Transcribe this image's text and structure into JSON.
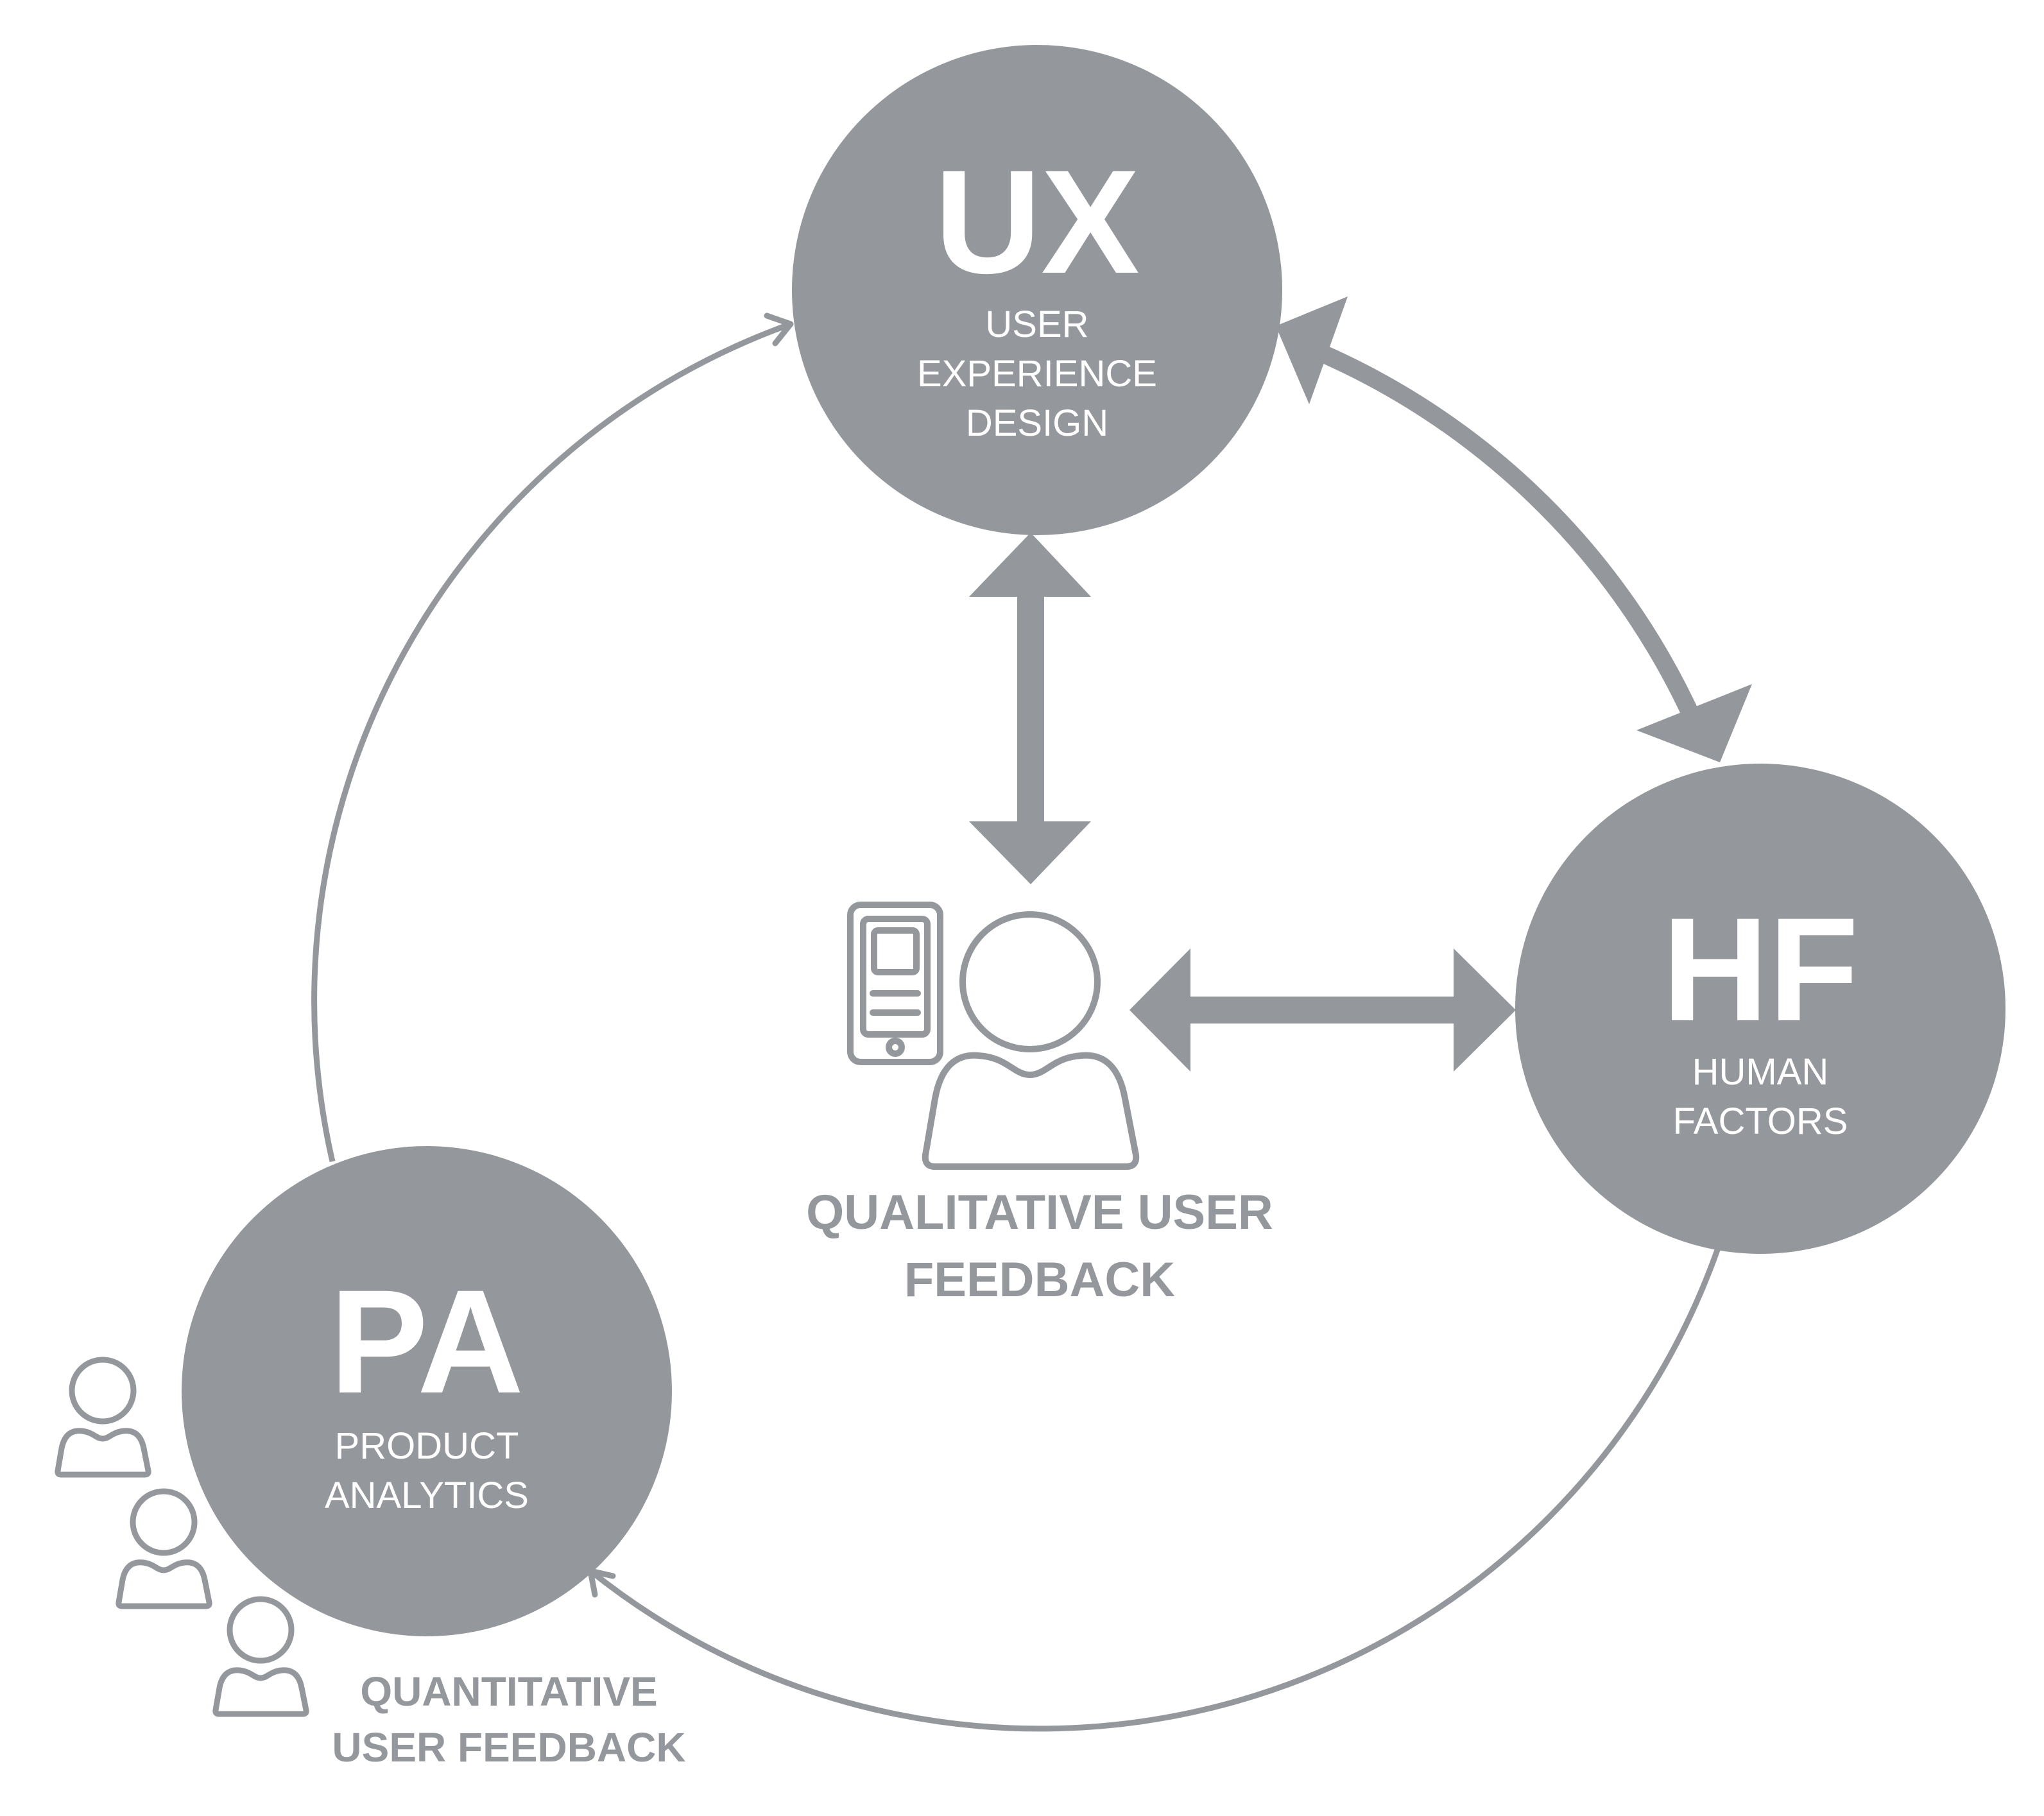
{
  "colors": {
    "node": "#94979c",
    "line": "#94979c",
    "text_on_node": "#ffffff",
    "background": "#ffffff"
  },
  "nodes": {
    "ux": {
      "abbr": "UX",
      "lines": [
        "USER",
        "EXPERIENCE",
        "DESIGN"
      ]
    },
    "hf": {
      "abbr": "HF",
      "lines": [
        "HUMAN",
        "FACTORS"
      ]
    },
    "pa": {
      "abbr": "PA",
      "lines": [
        "PRODUCT",
        "ANALYTICS"
      ]
    }
  },
  "center_label": {
    "lines": [
      "QUALITATIVE USER",
      "FEEDBACK"
    ]
  },
  "bottom_label": {
    "lines": [
      "QUANTITATIVE",
      "USER FEEDBACK"
    ]
  },
  "icons": {
    "center": [
      "phone-icon",
      "user-icon"
    ],
    "group": [
      "user-icon",
      "user-icon",
      "user-icon"
    ]
  }
}
